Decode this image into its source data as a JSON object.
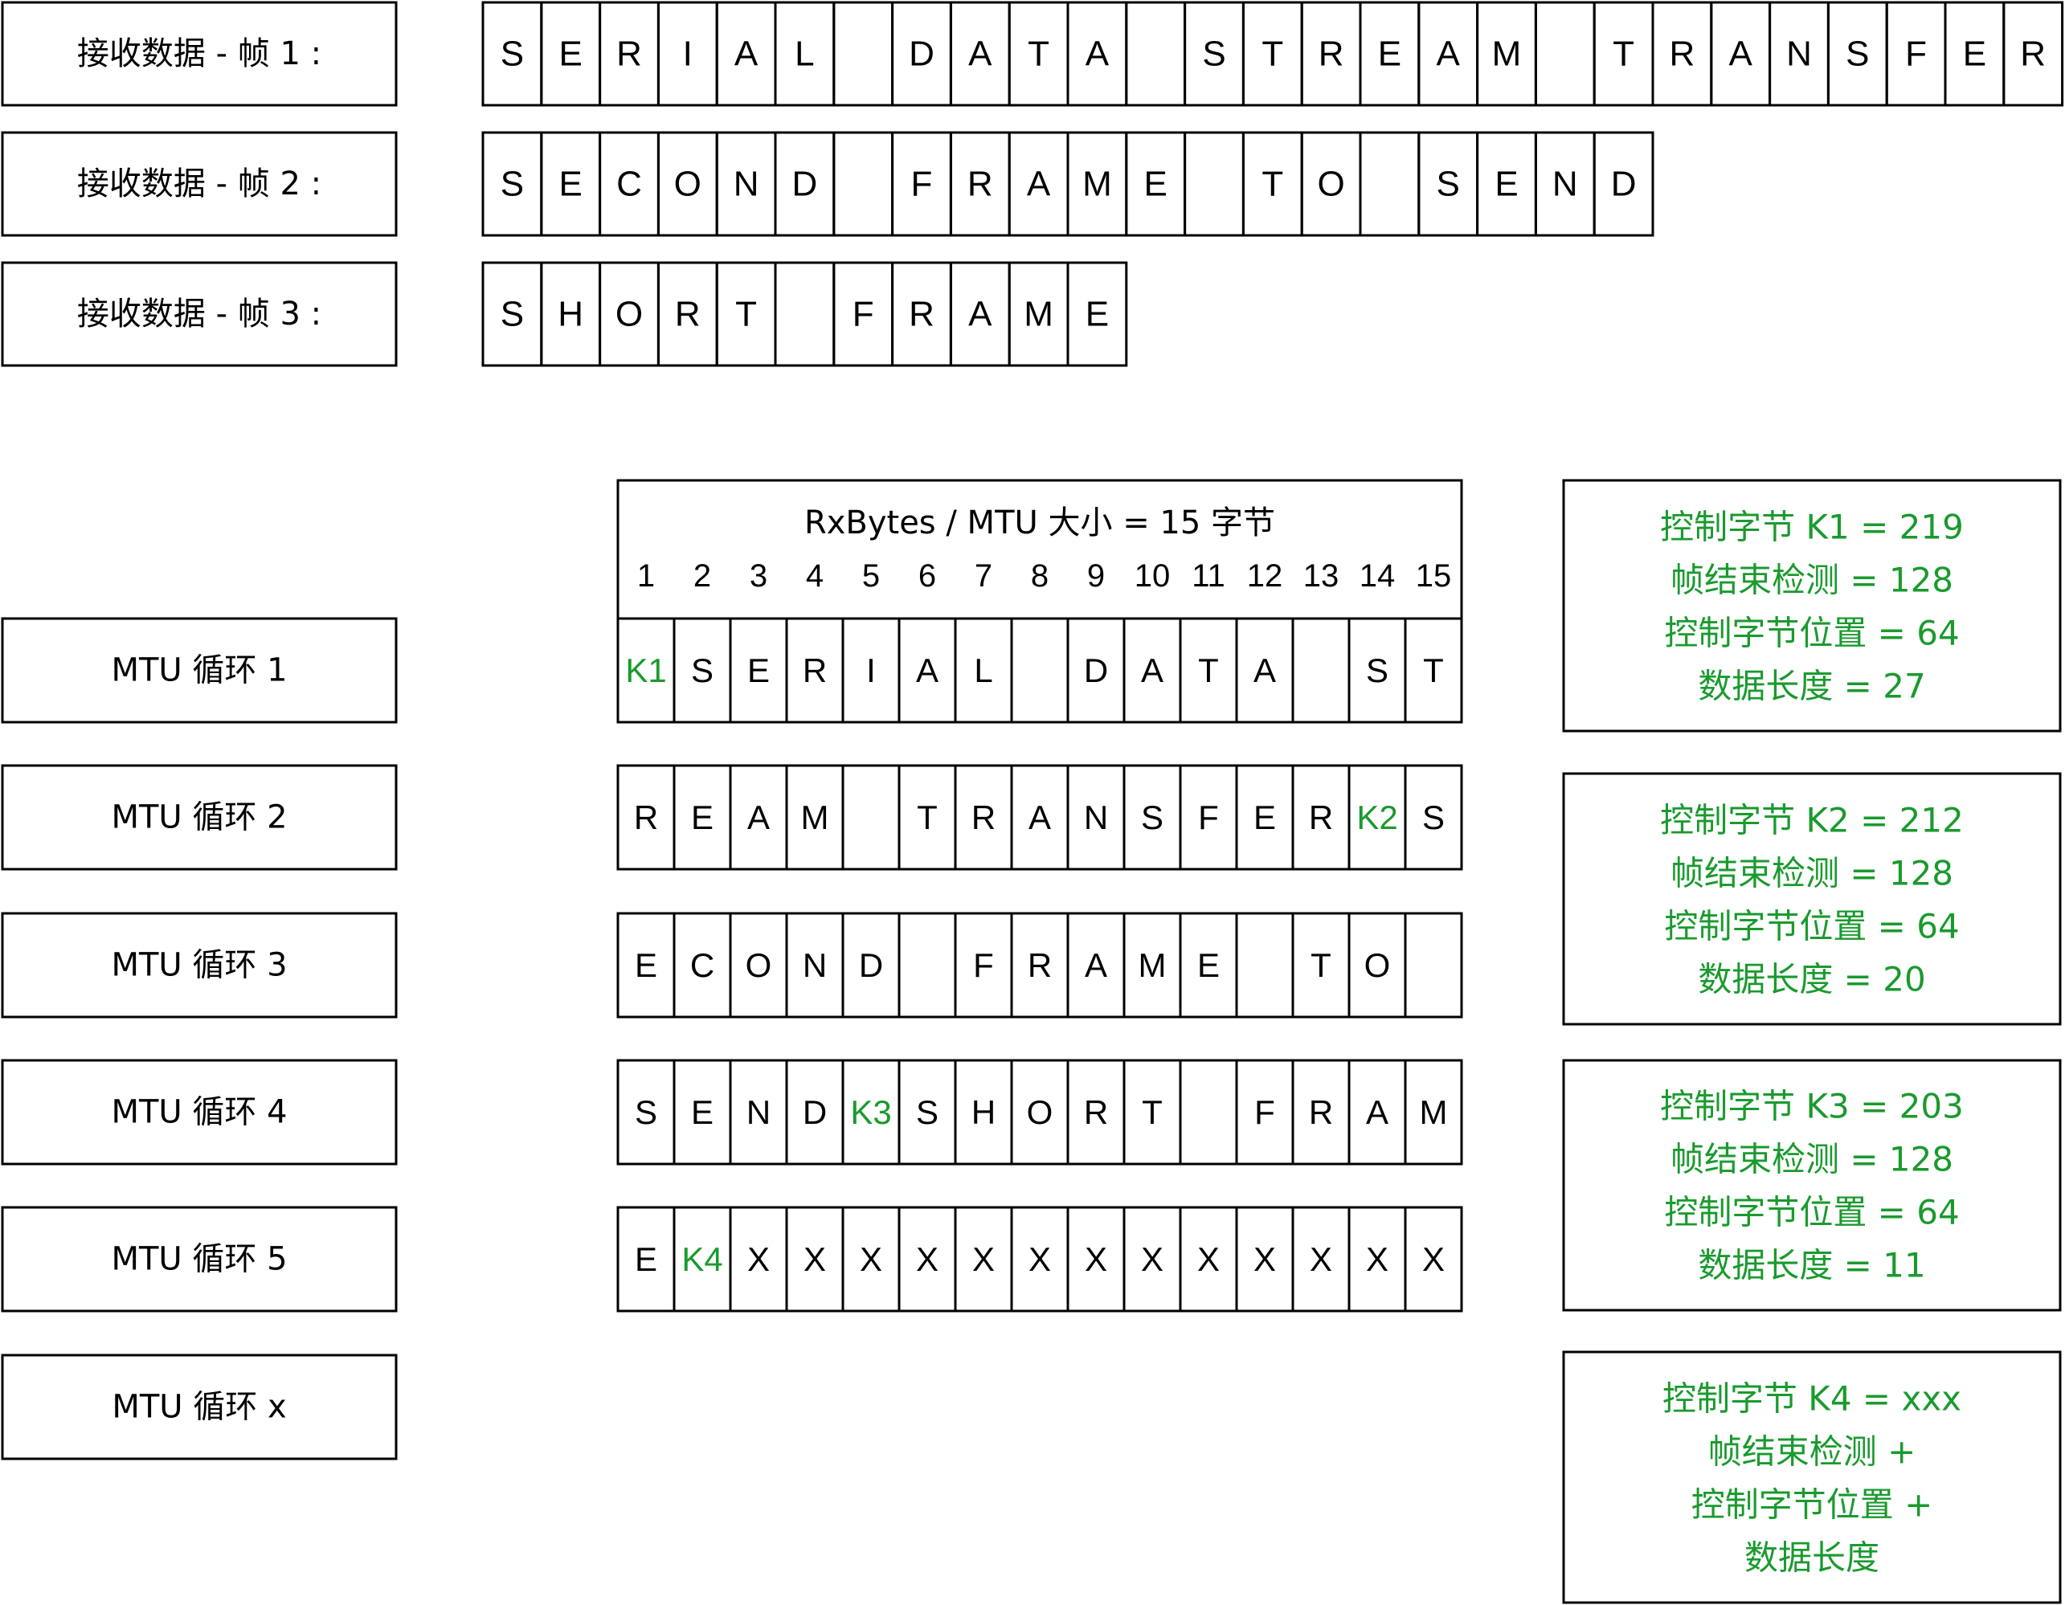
{
  "colors": {
    "accent": "#1a9a2e",
    "stroke": "#000000",
    "text": "#000000"
  },
  "frames": [
    {
      "label": "接收数据 - 帧 1 :",
      "cells": [
        "S",
        "E",
        "R",
        "I",
        "A",
        "L",
        "",
        "D",
        "A",
        "T",
        "A",
        "",
        "S",
        "T",
        "R",
        "E",
        "A",
        "M",
        "",
        "T",
        "R",
        "A",
        "N",
        "S",
        "F",
        "E",
        "R"
      ]
    },
    {
      "label": "接收数据 - 帧 2 :",
      "cells": [
        "S",
        "E",
        "C",
        "O",
        "N",
        "D",
        "",
        "F",
        "R",
        "A",
        "M",
        "E",
        "",
        "T",
        "O",
        "",
        "S",
        "E",
        "N",
        "D"
      ]
    },
    {
      "label": "接收数据 - 帧 3 :",
      "cells": [
        "S",
        "H",
        "O",
        "R",
        "T",
        "",
        "F",
        "R",
        "A",
        "M",
        "E"
      ]
    }
  ],
  "mtu_header": {
    "title": "RxBytes / MTU 大小 = 15 字节",
    "indices": [
      "1",
      "2",
      "3",
      "4",
      "5",
      "6",
      "7",
      "8",
      "9",
      "10",
      "11",
      "12",
      "13",
      "14",
      "15"
    ]
  },
  "mtu_cycles": [
    {
      "label": "MTU 循环 1",
      "cells": [
        "K1",
        "S",
        "E",
        "R",
        "I",
        "A",
        "L",
        "",
        "D",
        "A",
        "T",
        "A",
        "",
        "S",
        "T"
      ],
      "control": [
        0
      ]
    },
    {
      "label": "MTU 循环 2",
      "cells": [
        "R",
        "E",
        "A",
        "M",
        "",
        "T",
        "R",
        "A",
        "N",
        "S",
        "F",
        "E",
        "R",
        "K2",
        "S"
      ],
      "control": [
        13
      ]
    },
    {
      "label": "MTU 循环 3",
      "cells": [
        "E",
        "C",
        "O",
        "N",
        "D",
        "",
        "F",
        "R",
        "A",
        "M",
        "E",
        "",
        "T",
        "O",
        ""
      ],
      "control": []
    },
    {
      "label": "MTU 循环 4",
      "cells": [
        "S",
        "E",
        "N",
        "D",
        "K3",
        "S",
        "H",
        "O",
        "R",
        "T",
        "",
        "F",
        "R",
        "A",
        "M"
      ],
      "control": [
        4
      ]
    },
    {
      "label": "MTU 循环 5",
      "cells": [
        "E",
        "K4",
        "X",
        "X",
        "X",
        "X",
        "X",
        "X",
        "X",
        "X",
        "X",
        "X",
        "X",
        "X",
        "X"
      ],
      "control": [
        1
      ]
    },
    {
      "label": "MTU 循环 x",
      "cells": [],
      "control": []
    }
  ],
  "info_boxes": [
    {
      "lines": [
        "控制字节 K1 = 219",
        "帧结束检测 = 128",
        "控制字节位置 = 64",
        "数据长度 = 27"
      ]
    },
    {
      "lines": [
        "控制字节 K2 = 212",
        "帧结束检测 = 128",
        "控制字节位置 = 64",
        "数据长度 = 20"
      ]
    },
    {
      "lines": [
        "控制字节 K3 = 203",
        "帧结束检测 = 128",
        "控制字节位置 = 64",
        "数据长度 = 11"
      ]
    },
    {
      "lines": [
        "控制字节 K4 = xxx",
        "帧结束检测 +",
        "控制字节位置 +",
        "数据长度"
      ]
    }
  ]
}
